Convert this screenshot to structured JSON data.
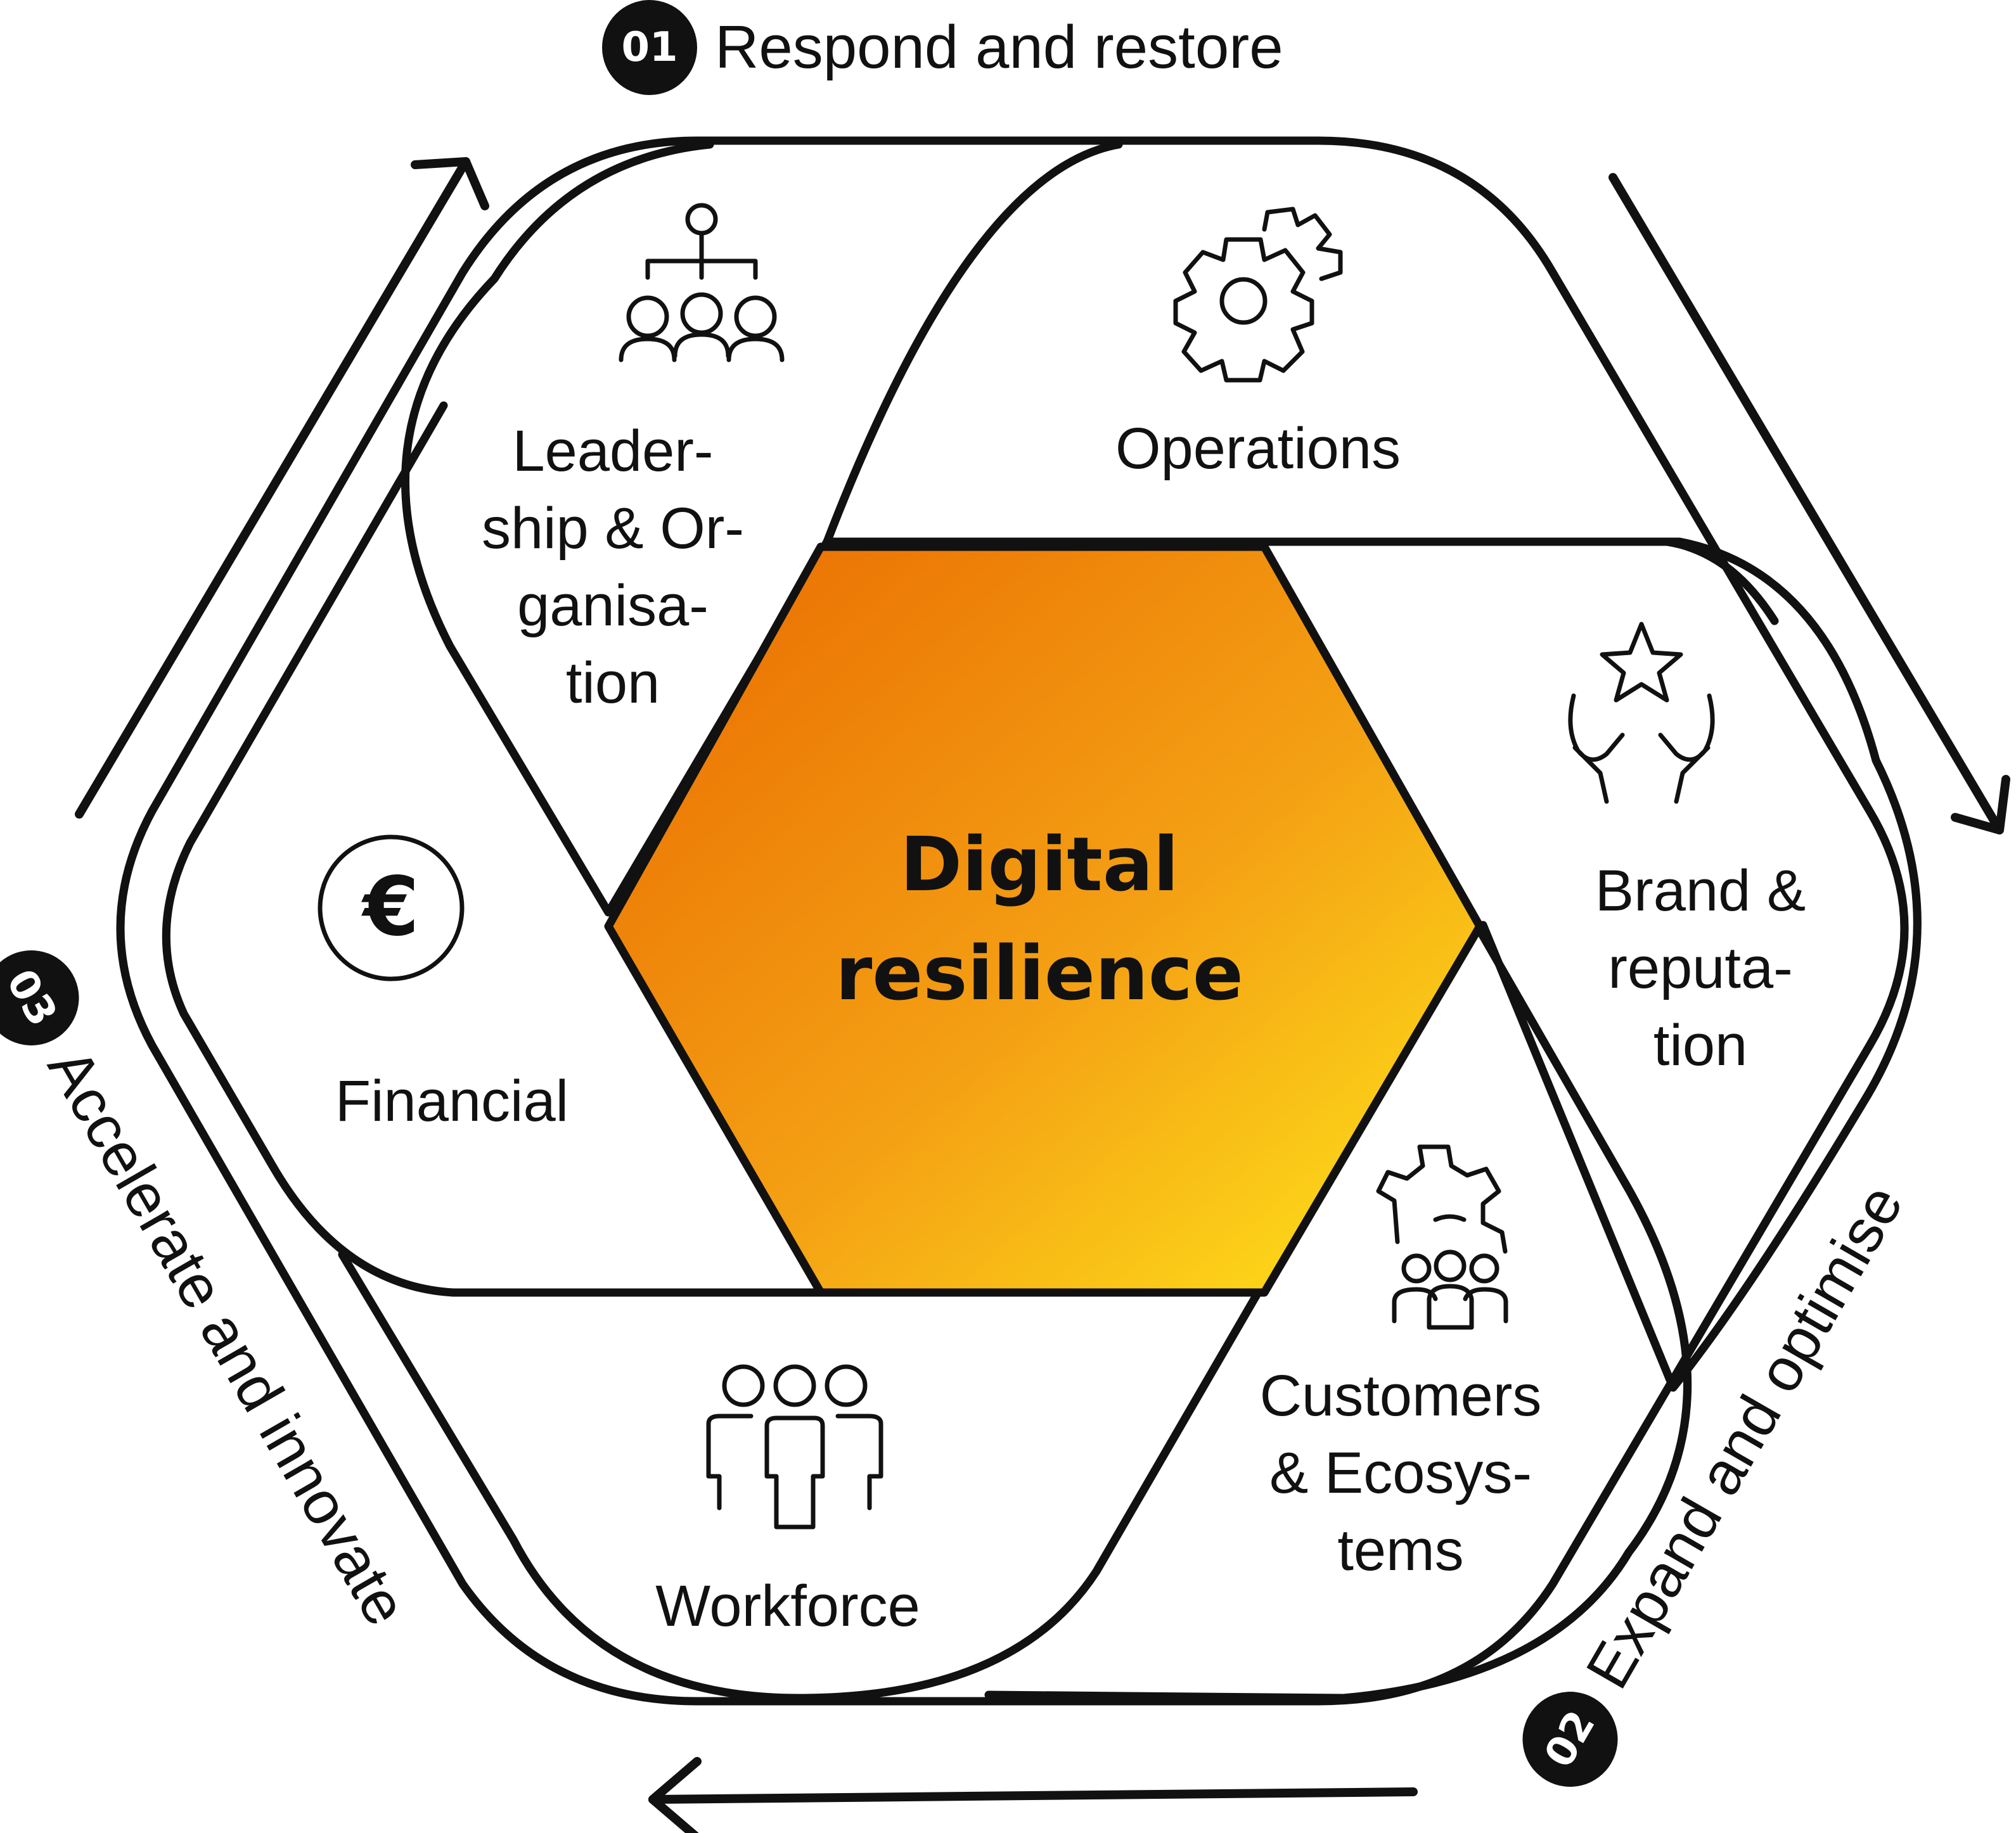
{
  "center": {
    "title": "Digital\nresilience"
  },
  "segments": [
    {
      "id": "leadership",
      "label": "Leader-\nship & Or-\nganisa-\ntion",
      "icon": "org-chart-icon"
    },
    {
      "id": "operations",
      "label": "Operations",
      "icon": "gears-icon"
    },
    {
      "id": "brand",
      "label": "Brand &\nreputa-\ntion",
      "icon": "star-hands-icon"
    },
    {
      "id": "customers",
      "label": "Customers\n& Ecosys-\ntems",
      "icon": "gear-people-icon"
    },
    {
      "id": "workforce",
      "label": "Workforce",
      "icon": "people-icon"
    },
    {
      "id": "financial",
      "label": "Financial",
      "icon": "euro-icon"
    }
  ],
  "phases": [
    {
      "number": "01",
      "label": "Respond and restore"
    },
    {
      "number": "02",
      "label": "Expand and optimise"
    },
    {
      "number": "03",
      "label": "Accelerate and innovate"
    }
  ],
  "colors": {
    "outline": "#111111",
    "gradient_start": "#E96A00",
    "gradient_mid": "#F29A10",
    "gradient_end": "#FFE71A",
    "background": "#FFFFFF"
  }
}
